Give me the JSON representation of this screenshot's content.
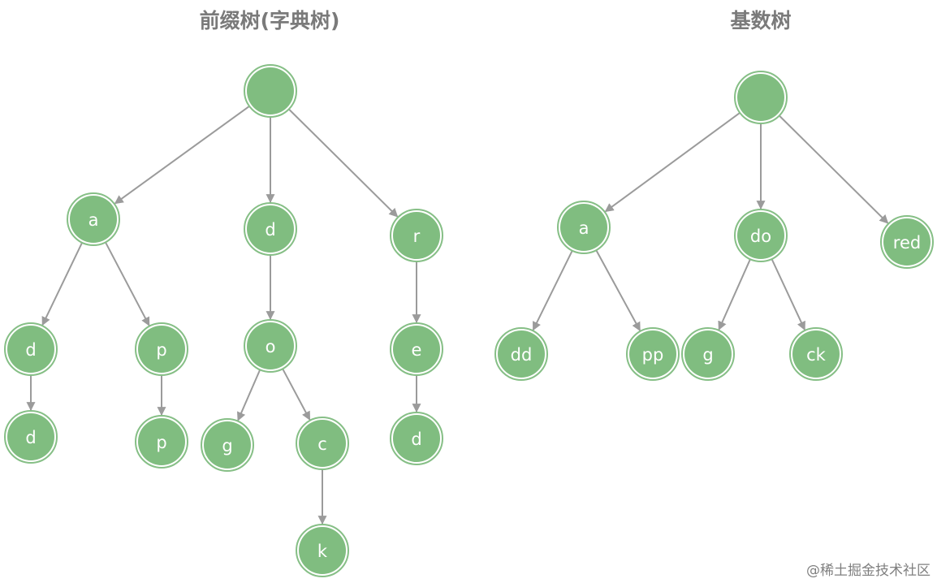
{
  "trie": {
    "title": "前缀树(字典树)",
    "nodes": [
      "",
      "a",
      "d",
      "r",
      "d",
      "p",
      "o",
      "e",
      "d",
      "p",
      "g",
      "c",
      "d",
      "k"
    ]
  },
  "radix": {
    "title": "基数树",
    "nodes": [
      "",
      "a",
      "do",
      "red",
      "dd",
      "pp",
      "g",
      "ck"
    ]
  },
  "watermark": "@稀土掘金技术社区",
  "colors": {
    "node_fill": "#80bd80",
    "node_ring": "#86bf86",
    "edge": "#9b9b9b",
    "title": "#7a7a7a",
    "node_text": "#ffffff"
  }
}
